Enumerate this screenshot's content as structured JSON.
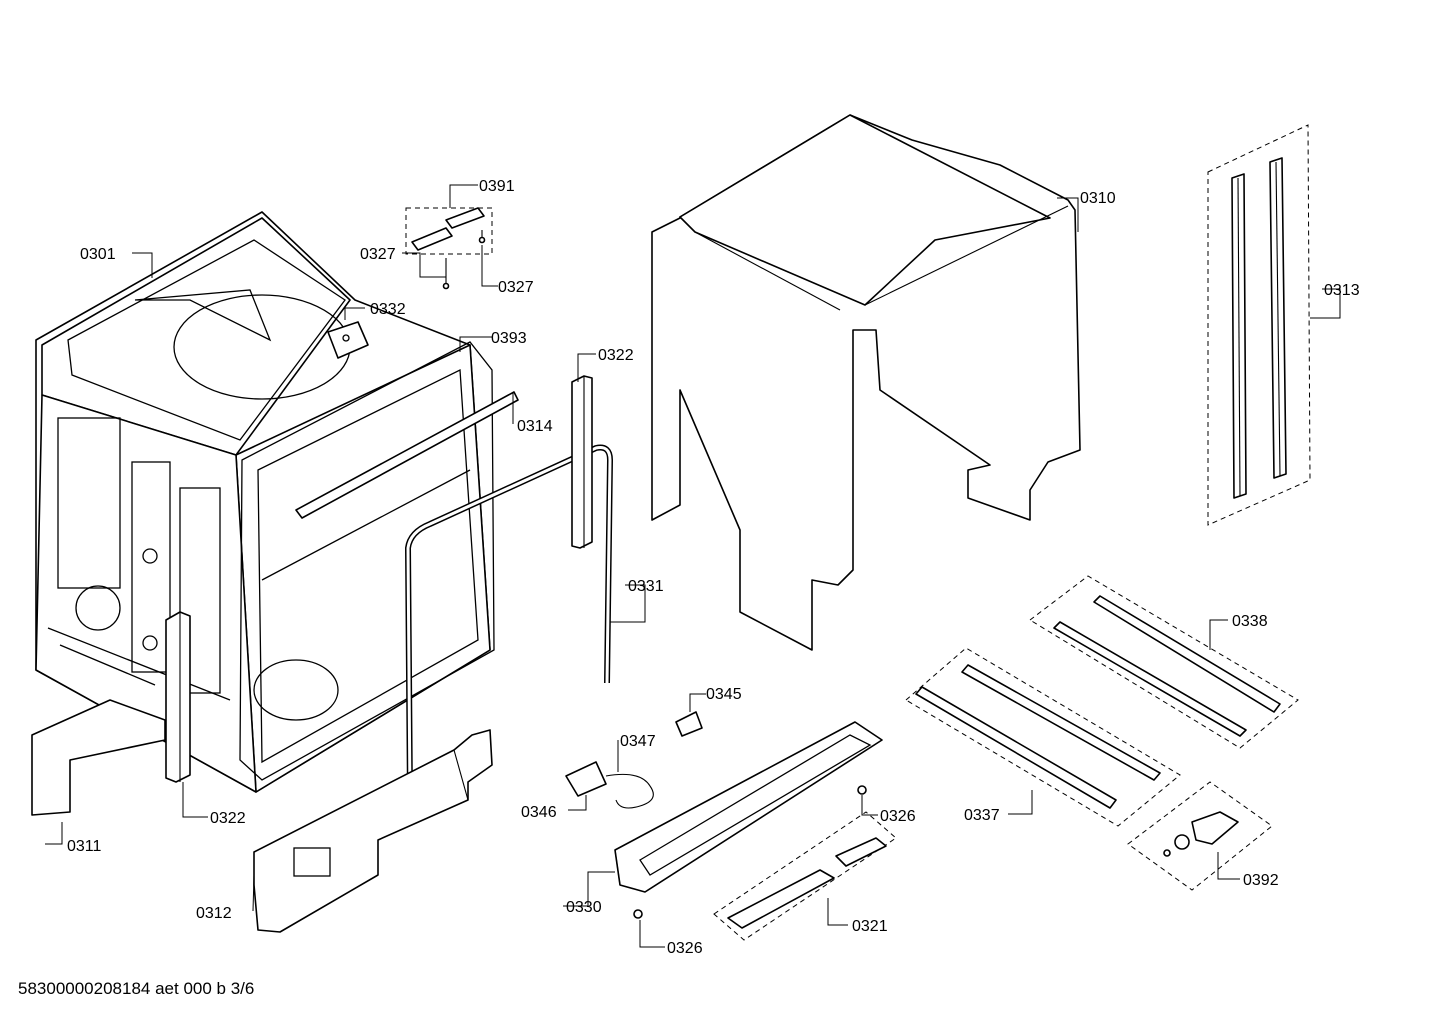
{
  "labels": {
    "p0301": "0301",
    "p0310": "0310",
    "p0311": "0311",
    "p0312": "0312",
    "p0313": "0313",
    "p0314": "0314",
    "p0321": "0321",
    "p0322a": "0322",
    "p0322b": "0322",
    "p0326a": "0326",
    "p0326b": "0326",
    "p0327a": "0327",
    "p0327b": "0327",
    "p0330": "0330",
    "p0331": "0331",
    "p0332": "0332",
    "p0337": "0337",
    "p0338": "0338",
    "p0345": "0345",
    "p0346": "0346",
    "p0347": "0347",
    "p0391": "0391",
    "p0392": "0392",
    "p0393": "0393"
  },
  "footer": "58300000208184 aet 000 b 3/6"
}
